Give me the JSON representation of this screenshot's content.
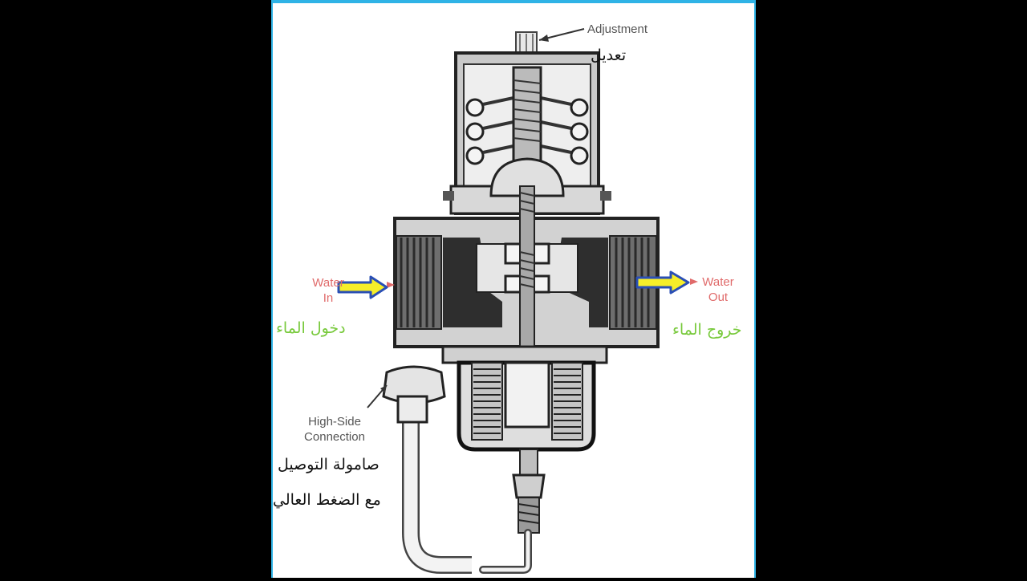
{
  "labels": {
    "adjustment_en": "Adjustment",
    "adjustment_ar": "تعديل",
    "water_in_en_1": "Water",
    "water_in_en_2": "In",
    "water_out_en_1": "Water",
    "water_out_en_2": "Out",
    "water_in_ar": "دخول الماء",
    "water_out_ar": "خروج الماء",
    "high_side_en_1": "High-Side",
    "high_side_en_2": "Connection",
    "high_side_ar_1": "صامولة التوصيل",
    "high_side_ar_2": "مع الضغط العالي"
  },
  "colors": {
    "frame_border": "#2fb3e6",
    "arrow_fill": "#f6ee2a",
    "arrow_outline": "#2a4fb5",
    "arabic_flow_text": "#77c93a",
    "english_flow_text": "#e06a6a"
  }
}
